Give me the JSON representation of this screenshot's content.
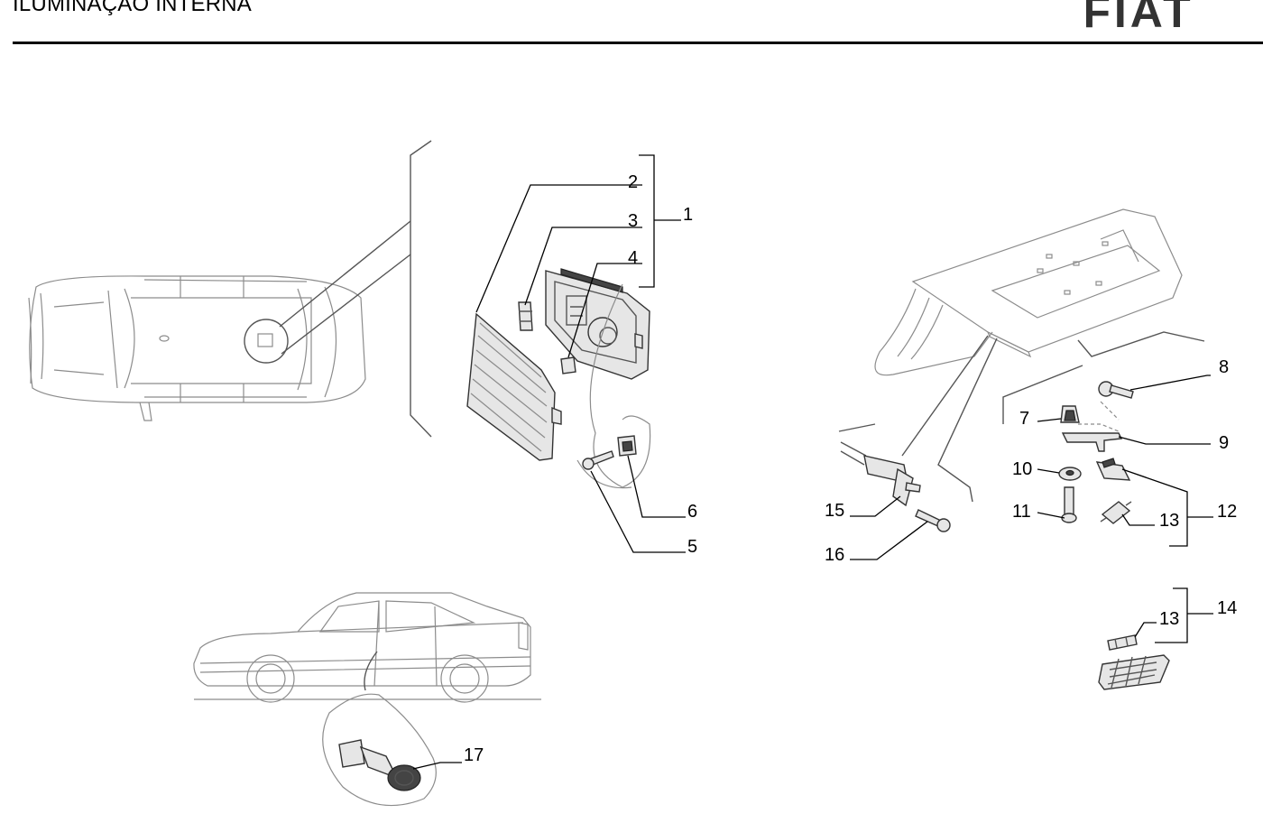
{
  "header": {
    "title": "ILUMINAÇÃO INTERNA",
    "brand": "FIAT"
  },
  "callouts": {
    "c1": "1",
    "c2": "2",
    "c3": "3",
    "c4": "4",
    "c5": "5",
    "c6": "6",
    "c7": "7",
    "c8": "8",
    "c9": "9",
    "c10": "10",
    "c11": "11",
    "c12": "12",
    "c13a": "13",
    "c13b": "13",
    "c14": "14",
    "c15": "15",
    "c16": "16",
    "c17": "17"
  }
}
